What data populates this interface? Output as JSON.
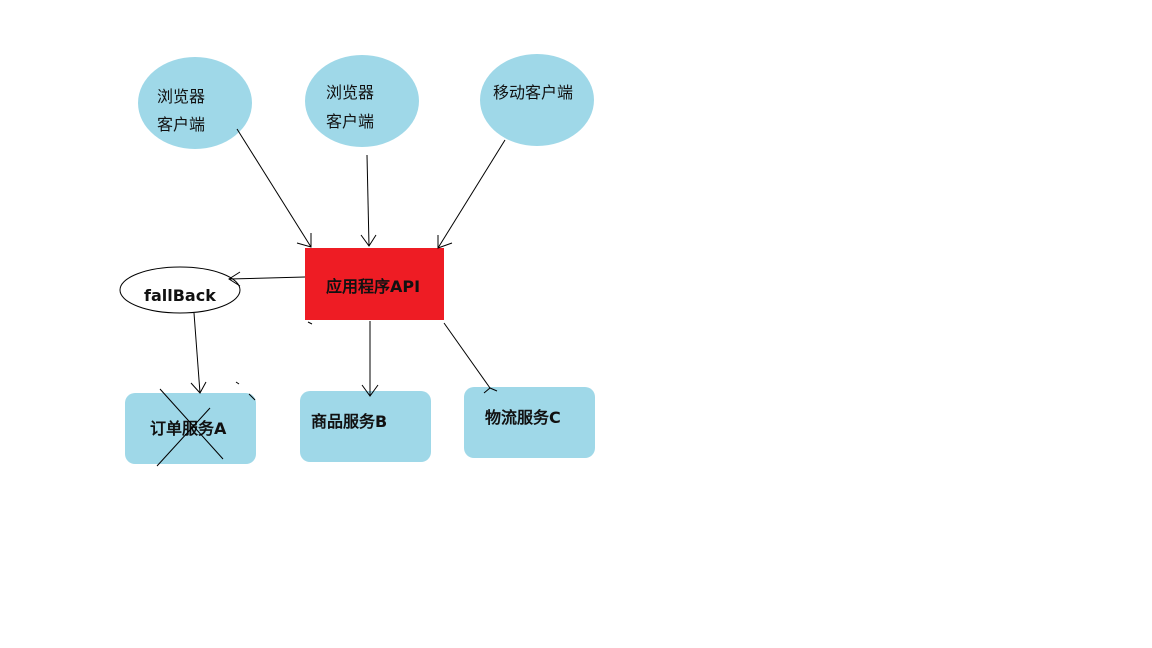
{
  "diagram": {
    "clients": [
      {
        "lines": [
          "浏览器",
          "客户端"
        ]
      },
      {
        "lines": [
          "浏览器",
          "客户端"
        ]
      },
      {
        "lines": [
          "移动客户端"
        ]
      }
    ],
    "api": {
      "label": "应用程序API"
    },
    "fallback": {
      "label": "fallBack"
    },
    "services": [
      {
        "label": "订单服务A",
        "failed": true
      },
      {
        "label": "商品服务B",
        "failed": false
      },
      {
        "label": "物流服务C",
        "failed": false
      }
    ],
    "colors": {
      "client_fill": "#9fd8e8",
      "api_fill": "#ee1c24",
      "service_fill": "#9fd8e8",
      "fallback_fill": "#ffffff",
      "line": "#000000"
    }
  }
}
